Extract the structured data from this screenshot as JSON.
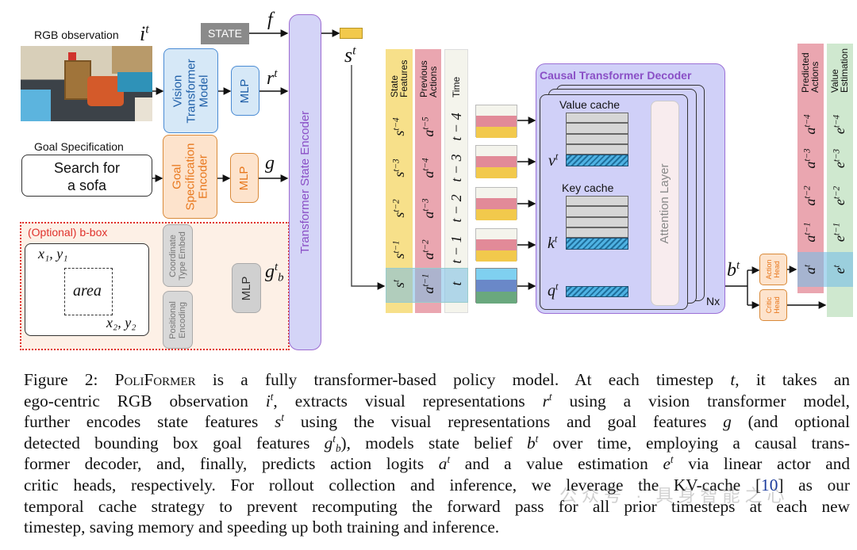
{
  "diagram": {
    "rgb_label": "RGB observation",
    "rgb_symbol": {
      "b": "i",
      "sup": "t"
    },
    "state_label": "STATE",
    "f_symbol": {
      "b": "f"
    },
    "vit_label": "Vision Transformer Model",
    "mlp_label": "MLP",
    "r_symbol": {
      "b": "r",
      "sup": "t"
    },
    "goal_label": "Goal Specification",
    "goal_text_line1": "Search for",
    "goal_text_line2": "a sofa",
    "goal_encoder_label": "Goal Specification Encoder",
    "g_symbol": {
      "b": "g"
    },
    "bbox_label": "(Optional) b-box",
    "xy1": "x₁, y₁",
    "xy2": "x₂, y₂",
    "area": "area",
    "coord_embed_label": "Coordinate Type Embed",
    "pos_enc_label": "Positional Encoding",
    "gb_symbol": {
      "b": "g",
      "sup": "t",
      "sub": "b"
    },
    "encoder_label": "Transformer State Encoder",
    "st_symbol": {
      "b": "s",
      "sup": "t"
    },
    "columns": {
      "state": {
        "header": "State Features",
        "items": [
          {
            "b": "s",
            "sup": "t−4"
          },
          {
            "b": "s",
            "sup": "t−3"
          },
          {
            "b": "s",
            "sup": "t−2"
          },
          {
            "b": "s",
            "sup": "t−1"
          },
          {
            "b": "s",
            "sup": "t"
          }
        ]
      },
      "prev": {
        "header": "Previous Actions",
        "items": [
          {
            "b": "a",
            "sup": "t−5"
          },
          {
            "b": "a",
            "sup": "t−4"
          },
          {
            "b": "a",
            "sup": "t−3"
          },
          {
            "b": "a",
            "sup": "t−2"
          },
          {
            "b": "a",
            "sup": "t−1"
          }
        ]
      },
      "time": {
        "header": "Time",
        "items": [
          {
            "b": "t − 4"
          },
          {
            "b": "t − 3"
          },
          {
            "b": "t − 2"
          },
          {
            "b": "t − 1"
          },
          {
            "b": "t"
          }
        ]
      },
      "pred": {
        "header": "Predicted Actions",
        "items": [
          {
            "b": "a",
            "sup": "t−4"
          },
          {
            "b": "a",
            "sup": "t−3"
          },
          {
            "b": "a",
            "sup": "t−2"
          },
          {
            "b": "a",
            "sup": "t−1"
          },
          {
            "b": "a",
            "sup": "t"
          }
        ]
      },
      "value": {
        "header": "Value Estimation",
        "items": [
          {
            "b": "e",
            "sup": "t−4"
          },
          {
            "b": "e",
            "sup": "t−3"
          },
          {
            "b": "e",
            "sup": "t−2"
          },
          {
            "b": "e",
            "sup": "t−1"
          },
          {
            "b": "e",
            "sup": "t"
          }
        ]
      }
    },
    "decoder_title": "Causal Transformer Decoder",
    "value_cache_label": "Value cache",
    "key_cache_label": "Key cache",
    "v_symbol": {
      "b": "v",
      "sup": "t"
    },
    "k_symbol": {
      "b": "k",
      "sup": "t"
    },
    "q_symbol": {
      "b": "q",
      "sup": "t"
    },
    "attention_label": "Attention Layer",
    "nx_label": "Nx",
    "b_symbol": {
      "b": "b",
      "sup": "t"
    },
    "action_head_label": "Action Head",
    "critic_head_label": "Critic Head",
    "colors": {
      "vit": "#4a8bd4",
      "goal": "#e8781e",
      "encoder": "#8a4fc6",
      "bbox": "#e0322c",
      "state": "#f2c94c",
      "prev_action": "#e28a98",
      "value": "#cfe8cf",
      "highlight": "#8ec9e8"
    }
  },
  "caption": {
    "lines": [
      [
        "Figure 2: ",
        {
          "sc": "PoliFormer"
        },
        " is a fully transformer-based policy model.  At each timestep ",
        {
          "b": "t"
        },
        ", it takes an"
      ],
      [
        "ego-centric RGB observation ",
        {
          "b": "i",
          "sup": "t"
        },
        ", extracts visual representations ",
        {
          "b": "r",
          "sup": "t"
        },
        " using a vision transformer model,"
      ],
      [
        "further encodes state features ",
        {
          "b": "s",
          "sup": "t"
        },
        " using the visual representations and goal features ",
        {
          "b": "g"
        },
        " (and optional"
      ],
      [
        "detected bounding box goal features ",
        {
          "b": "g",
          "sup": "t",
          "sub": "b"
        },
        "), models state belief ",
        {
          "b": "b",
          "sup": "t"
        },
        " over time, employing a causal trans-"
      ],
      [
        "former decoder, and, finally, predicts action logits ",
        {
          "b": "a",
          "sup": "t"
        },
        " and a value estimation ",
        {
          "b": "e",
          "sup": "t"
        },
        " via linear actor and"
      ],
      [
        "critic heads, respectively. For rollout collection and inference, we leverage the KV-cache [",
        {
          "link": "10"
        },
        "] as our"
      ],
      [
        "temporal cache strategy to prevent recomputing the forward pass for all prior timesteps at each new"
      ],
      [
        "timestep, saving memory and speeding up both training and inference."
      ]
    ]
  },
  "watermark": "公众号 · 具身智能之心"
}
